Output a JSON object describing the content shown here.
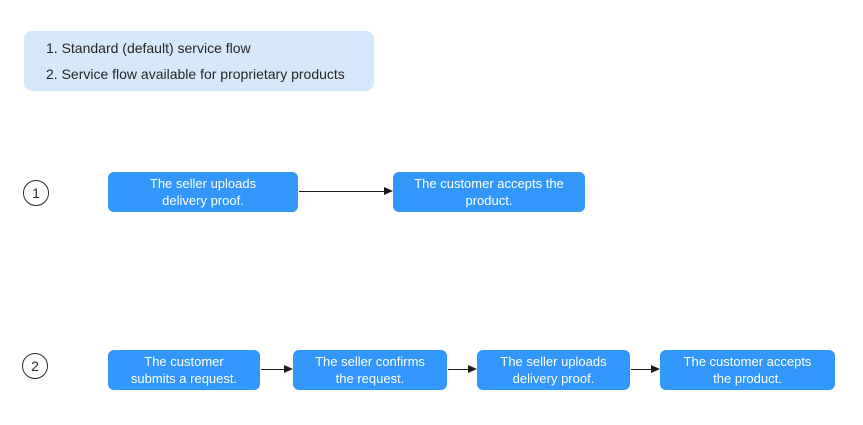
{
  "colors": {
    "step_box_fill": "#3296fa",
    "step_box_text": "#ffffff",
    "legend_fill": "#d6e9fb",
    "legend_text": "#262626",
    "arrow": "#1a1a1a",
    "badge_outline": "#2b2b2b"
  },
  "legend": {
    "items": [
      "1. Standard (default) service flow",
      "2. Service flow available for proprietary products"
    ]
  },
  "flows": [
    {
      "badge": "1",
      "name": "standard-default-service-flow",
      "steps": [
        {
          "lines": [
            "The seller uploads",
            "delivery proof."
          ]
        },
        {
          "lines": [
            "The customer accepts the",
            "product."
          ]
        }
      ]
    },
    {
      "badge": "2",
      "name": "proprietary-products-service-flow",
      "steps": [
        {
          "lines": [
            "The customer",
            "submits a request."
          ]
        },
        {
          "lines": [
            "The seller confirms",
            "the request."
          ]
        },
        {
          "lines": [
            "The seller uploads",
            "delivery proof."
          ]
        },
        {
          "lines": [
            "The customer accepts",
            "the product."
          ]
        }
      ]
    }
  ]
}
